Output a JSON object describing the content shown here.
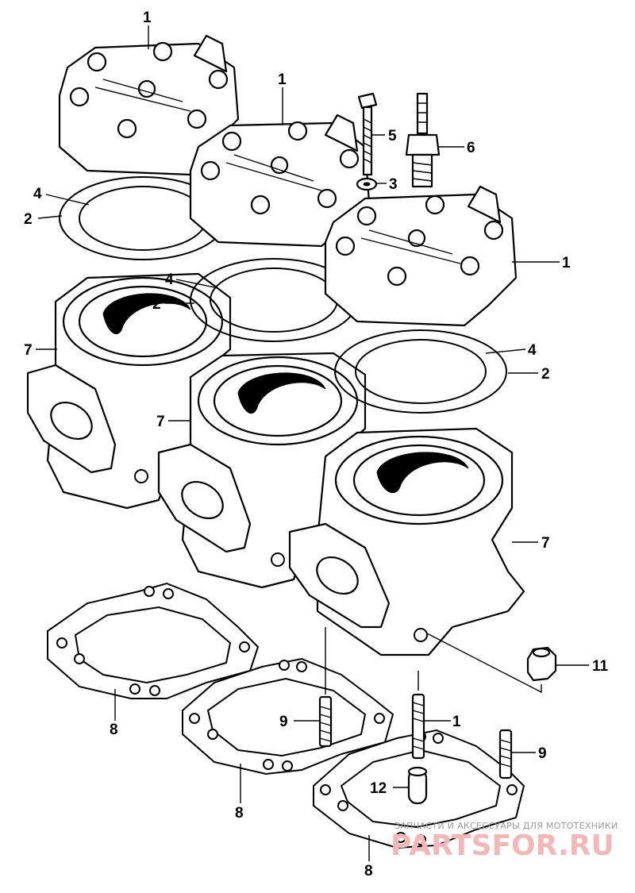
{
  "callouts": [
    {
      "label": "1"
    },
    {
      "label": "1"
    },
    {
      "label": "1"
    },
    {
      "label": "1"
    },
    {
      "label": "2"
    },
    {
      "label": "2"
    },
    {
      "label": "2"
    },
    {
      "label": "3"
    },
    {
      "label": "4"
    },
    {
      "label": "4"
    },
    {
      "label": "4"
    },
    {
      "label": "5"
    },
    {
      "label": "6"
    },
    {
      "label": "7"
    },
    {
      "label": "7"
    },
    {
      "label": "7"
    },
    {
      "label": "8"
    },
    {
      "label": "8"
    },
    {
      "label": "8"
    },
    {
      "label": "9"
    },
    {
      "label": "9"
    },
    {
      "label": "11"
    },
    {
      "label": "12"
    }
  ],
  "watermark": {
    "subtitle": "ЗАПЧАСТИ И АКСЕССУАРЫ ДЛЯ МОТОТЕХНИКИ",
    "site": "PARTSFOR.RU"
  },
  "colors": {
    "line": "#000000",
    "background": "#ffffff",
    "watermark_subtitle": "#9a9a9a",
    "watermark_site": "#f2b8b8"
  }
}
